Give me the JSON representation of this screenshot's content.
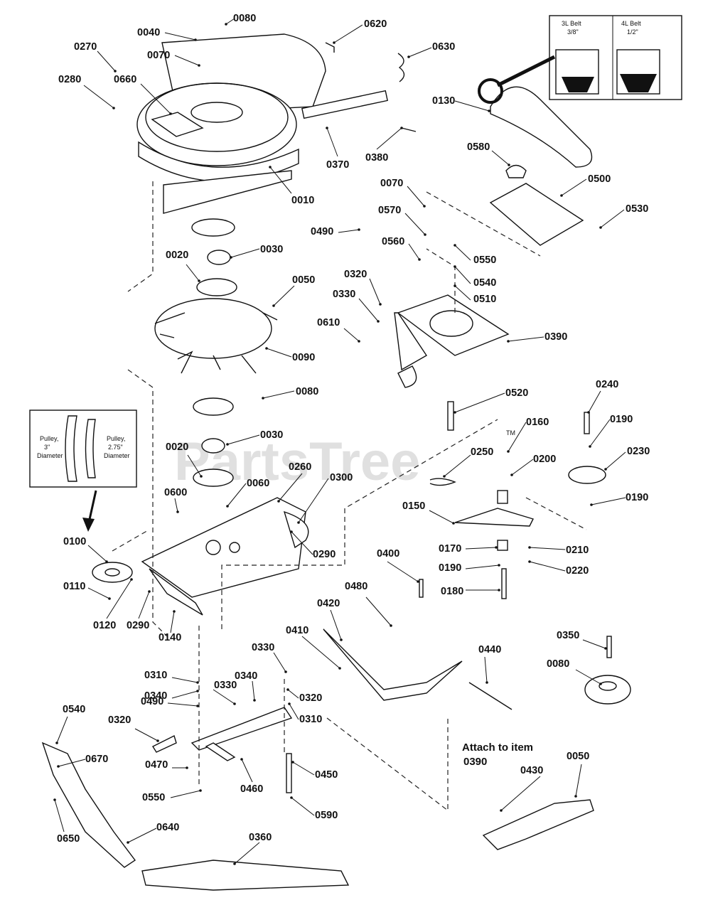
{
  "watermark": "PartsTree",
  "watermark_tm": "TM",
  "inset_belt": {
    "left_caption_1": "3L Belt",
    "left_caption_2": "3/8\"",
    "right_caption_1": "4L Belt",
    "right_caption_2": "1/2\""
  },
  "inset_pulley": {
    "left_caption_1": "Pulley,",
    "left_caption_2": "3\"",
    "left_caption_3": "Diameter",
    "right_caption_1": "Pulley,",
    "right_caption_2": "2.75\"",
    "right_caption_3": "Diameter"
  },
  "note": {
    "line1": "Attach to item",
    "line2": "0390"
  },
  "callouts": [
    "0040",
    "0080",
    "0070",
    "0270",
    "0660",
    "0280",
    "0620",
    "0630",
    "0130",
    "0370",
    "0380",
    "0010",
    "0580",
    "0500",
    "0530",
    "0070",
    "0570",
    "0490",
    "0560",
    "0550",
    "0540",
    "0510",
    "0320",
    "0330",
    "0610",
    "0390",
    "0020",
    "0030",
    "0050",
    "0090",
    "0080",
    "0020",
    "0030",
    "0060",
    "0260",
    "0300",
    "0600",
    "0290",
    "0100",
    "0110",
    "0120",
    "0290",
    "0140",
    "0520",
    "0160",
    "0250",
    "0200",
    "0240",
    "0190",
    "0230",
    "0190",
    "0150",
    "0210",
    "0170",
    "0220",
    "0190",
    "0180",
    "0400",
    "0480",
    "0420",
    "0410",
    "0440",
    "0330",
    "0320",
    "0310",
    "0340",
    "0330",
    "0320",
    "0310",
    "0340",
    "0490",
    "0470",
    "0460",
    "0450",
    "0590",
    "0550",
    "0540",
    "0670",
    "0650",
    "0640",
    "0360",
    "0350",
    "0080",
    "0430",
    "0050"
  ]
}
